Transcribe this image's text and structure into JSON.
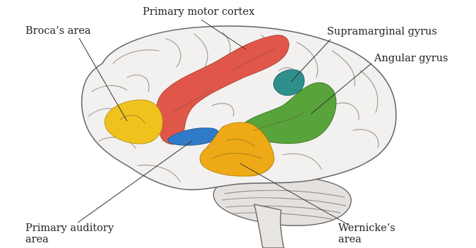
{
  "labels": {
    "primary_motor_cortex": "Primary motor cortex",
    "brocas_area": "Broca’s area",
    "supramarginal_gyrus": "Supramarginal gyrus",
    "angular_gyrus": "Angular gyrus",
    "primary_auditory_area": [
      "Primary auditory",
      "area"
    ],
    "wernickes_area": [
      "Wernicke’s",
      "area"
    ]
  },
  "colors": {
    "primary_motor_cortex": "#e0574a",
    "brocas_area": "#f0c21e",
    "supramarginal_gyrus": "#2f8f8c",
    "angular_gyrus": "#58a33a",
    "primary_auditory_area": "#2f7bc7",
    "wernickes_area": "#eeaa16",
    "brain_fill": "#f3f1ef",
    "brain_outline": "#6a6a6a"
  }
}
